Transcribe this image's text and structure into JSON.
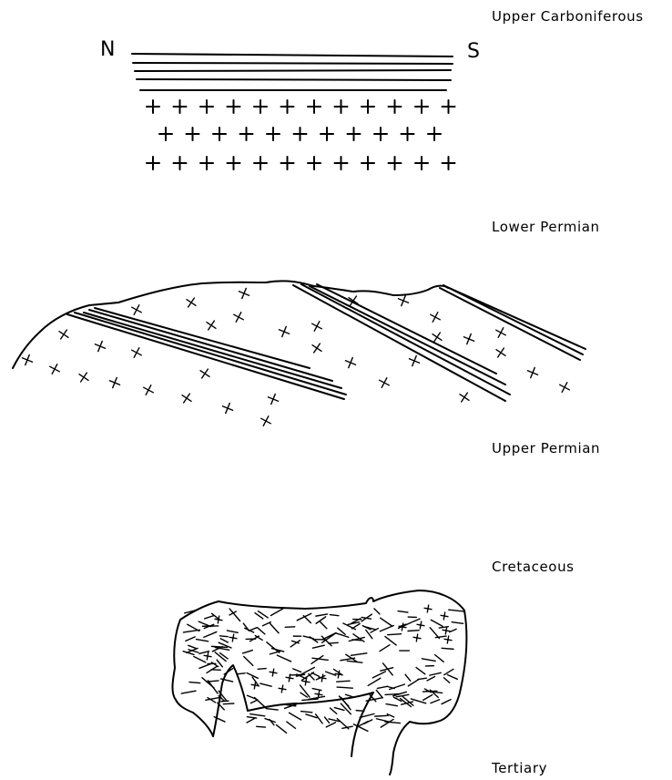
{
  "compass": {
    "north": "N",
    "south": "S"
  },
  "periods": [
    "Upper Carboniferous",
    "Lower Permian",
    "Upper Permian",
    "Cretaceous",
    "Tertiary"
  ]
}
